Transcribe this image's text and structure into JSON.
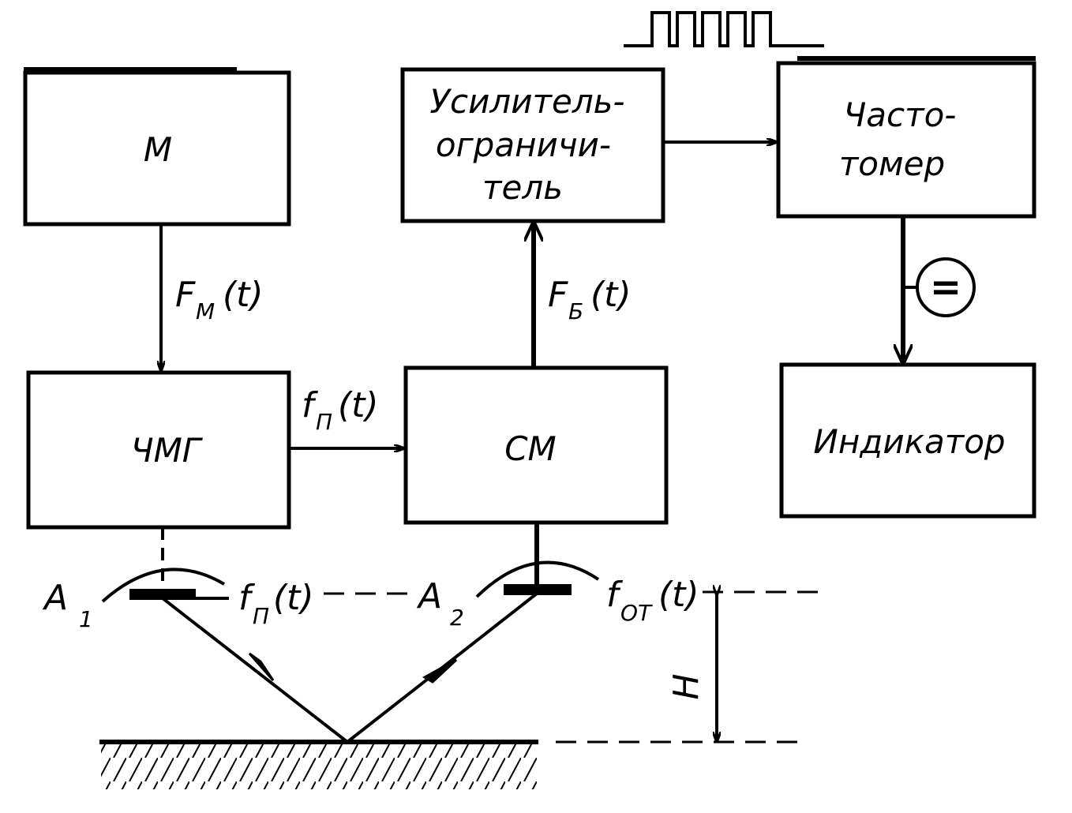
{
  "blocks": {
    "m": "М",
    "chmg": "ЧМГ",
    "sm": "СМ",
    "amp_line1": "Усилитель-",
    "amp_line2": "ограничи-",
    "amp_line3": "тель",
    "freq_line1": "Часто-",
    "freq_line2": "томер",
    "indicator": "Индикатор"
  },
  "signals": {
    "fm_main": "F",
    "fm_sub": "М",
    "fm_arg": "(t)",
    "fb_main": "F",
    "fb_sub": "Б",
    "fb_arg": "(t)",
    "fp_main": "f",
    "fp_sub": "П",
    "fp_arg": "(t)",
    "fp2_main": "f",
    "fp2_sub": "П",
    "fp2_arg": "(t)",
    "fot_main": "f",
    "fot_sub": "ОТ",
    "fot_arg": "(t)"
  },
  "antennas": {
    "a1_main": "A",
    "a1_sub": "1",
    "a2_main": "A",
    "a2_sub": "2"
  },
  "height_label": "H",
  "dc_symbol": "="
}
